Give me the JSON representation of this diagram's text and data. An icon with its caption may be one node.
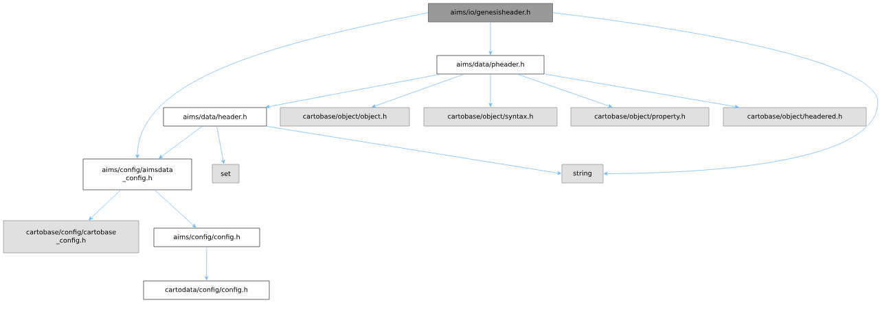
{
  "diagram": {
    "nodes": [
      {
        "text": [
          "aims/io/genesisheader.h"
        ]
      },
      {
        "text": [
          "aims/data/pheader.h"
        ]
      },
      {
        "text": [
          "aims/data/header.h"
        ]
      },
      {
        "text": [
          "cartobase/object/object.h"
        ]
      },
      {
        "text": [
          "cartobase/object/syntax.h"
        ]
      },
      {
        "text": [
          "cartobase/object/property.h"
        ]
      },
      {
        "text": [
          "cartobase/object/headered.h"
        ]
      },
      {
        "text": [
          "aims/config/aimsdata _config.h"
        ]
      },
      {
        "text": [
          "set"
        ]
      },
      {
        "text": [
          "string"
        ]
      },
      {
        "text": [
          "cartobase/config/cartobase _config.h"
        ]
      },
      {
        "text": [
          "aims/config/config.h"
        ]
      },
      {
        "text": [
          "cartodata/config/config.h"
        ]
      }
    ],
    "edges": [
      {
        "from": 0,
        "to": 1,
        "arrow": "to"
      },
      {
        "from": 0,
        "to": 7,
        "arrow": "to"
      },
      {
        "from": 0,
        "to": 9,
        "arrow": "to"
      },
      {
        "from": 1,
        "to": 2,
        "arrow": "to"
      },
      {
        "from": 1,
        "to": 3,
        "arrow": "to"
      },
      {
        "from": 1,
        "to": 4,
        "arrow": "to"
      },
      {
        "from": 1,
        "to": 5,
        "arrow": "to"
      },
      {
        "from": 1,
        "to": 6,
        "arrow": "to"
      },
      {
        "from": 2,
        "to": 7,
        "arrow": "to"
      },
      {
        "from": 2,
        "to": 8,
        "arrow": "to"
      },
      {
        "from": 2,
        "to": 9,
        "arrow": "to"
      },
      {
        "from": 7,
        "to": 10,
        "arrow": "to"
      },
      {
        "from": 7,
        "to": 11,
        "arrow": "to"
      },
      {
        "from": 11,
        "to": 12,
        "arrow": "to"
      }
    ]
  }
}
